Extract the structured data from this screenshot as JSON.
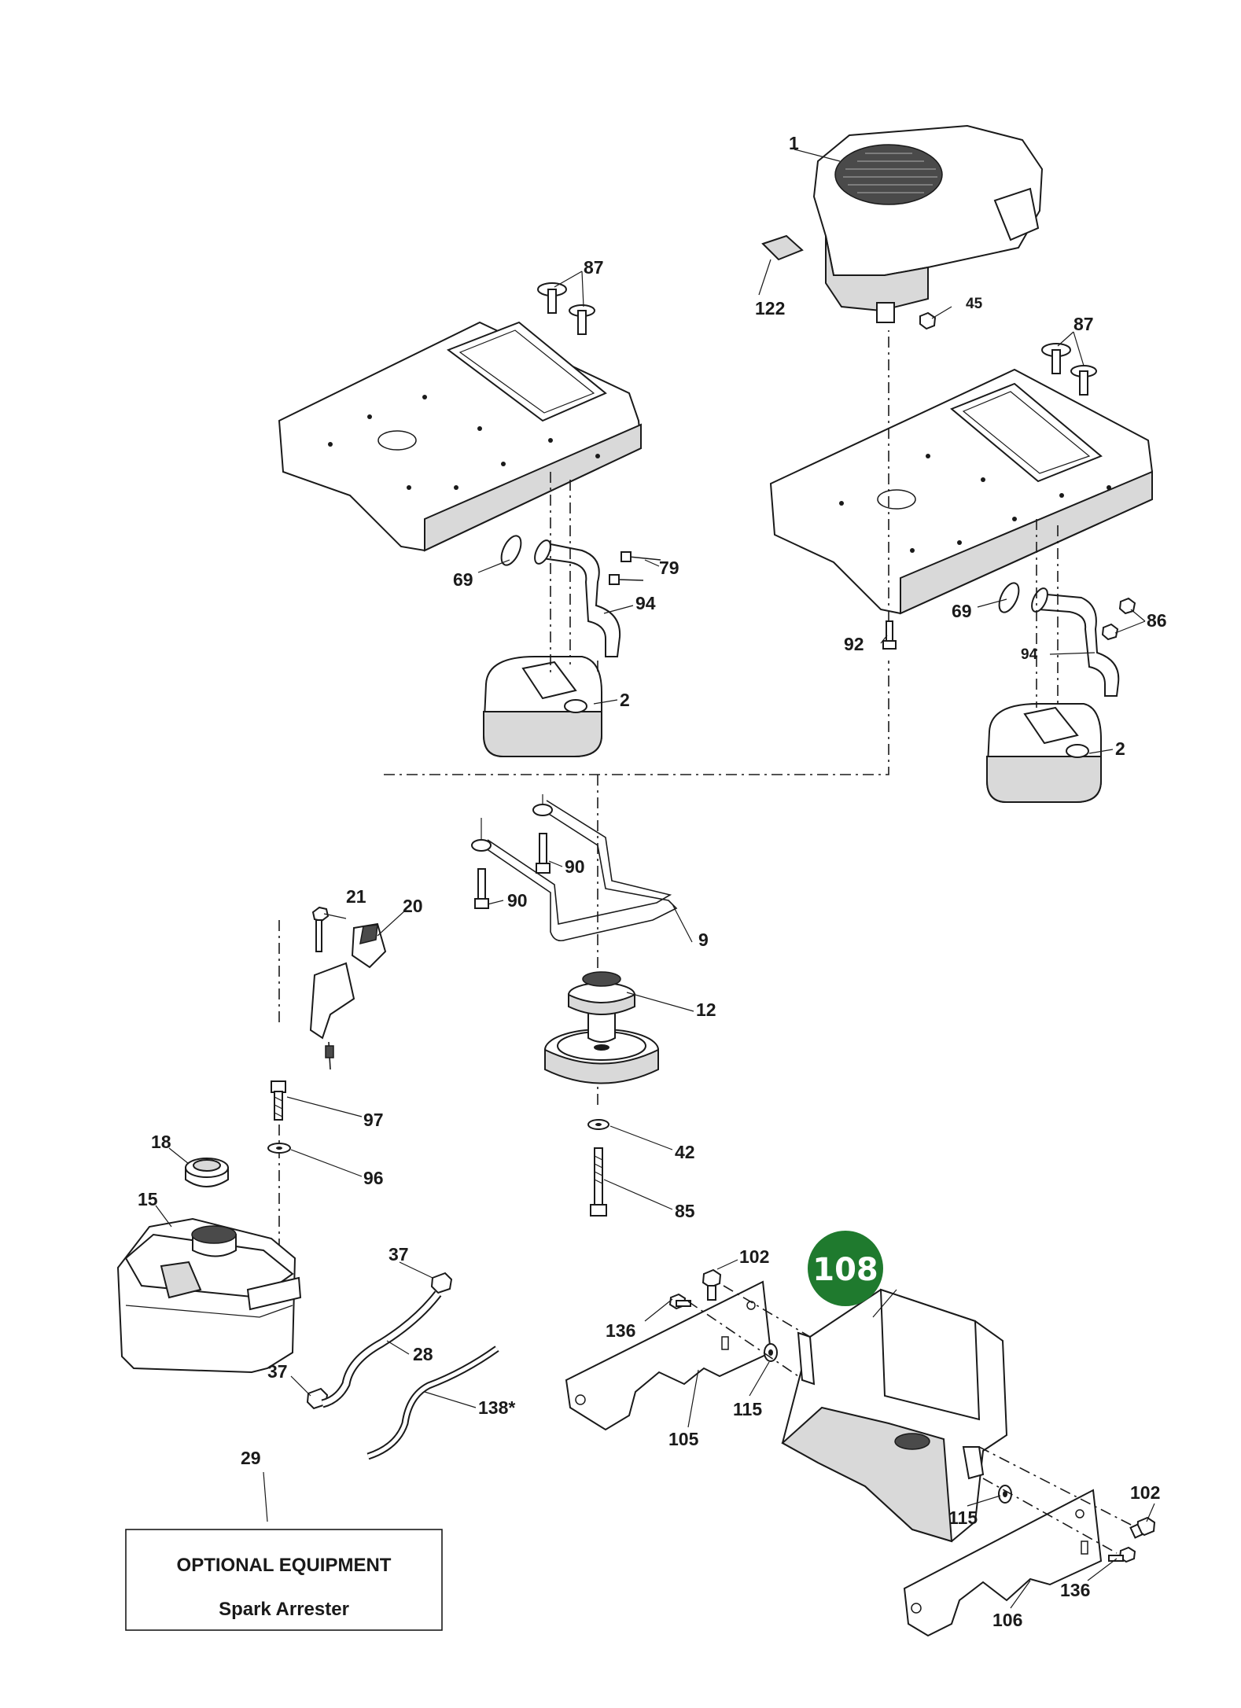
{
  "highlight": {
    "label": "108",
    "color": "#1f7a2e"
  },
  "callouts": {
    "c1": "1",
    "c122": "122",
    "c45": "45",
    "c87a": "87",
    "c87b": "87",
    "c79": "79",
    "c69a": "69",
    "c94a": "94",
    "c2a": "2",
    "c92": "92",
    "c69b": "69",
    "c86": "86",
    "c94b": "94",
    "c2b": "2",
    "c90a": "90",
    "c90b": "90",
    "c9": "9",
    "c12": "12",
    "c21": "21",
    "c20": "20",
    "c97": "97",
    "c96": "96",
    "c18": "18",
    "c15": "15",
    "c42": "42",
    "c85": "85",
    "c37a": "37",
    "c28": "28",
    "c37b": "37",
    "c138": "138*",
    "c102a": "102",
    "c136a": "136",
    "c115a": "115",
    "c105": "105",
    "c115b": "115",
    "c102b": "102",
    "c136b": "136",
    "c106": "106",
    "c29": "29"
  },
  "optional_box": {
    "title": "OPTIONAL EQUIPMENT",
    "subtitle": "Spark Arrester"
  }
}
